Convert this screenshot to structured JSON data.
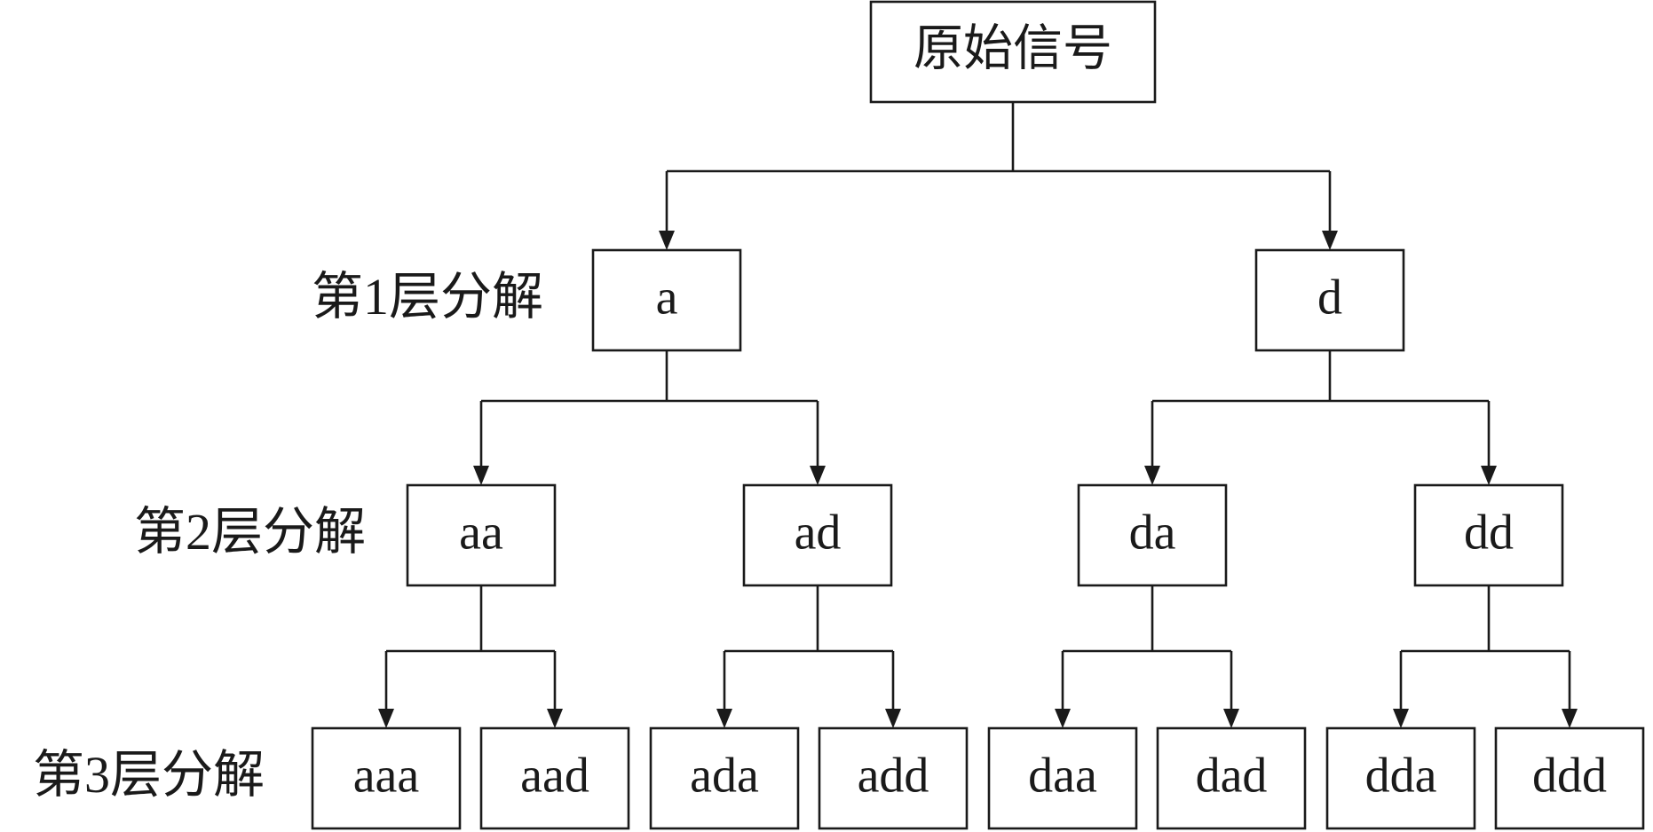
{
  "root": {
    "label": "原始信号"
  },
  "levels": [
    {
      "label": "第1层分解"
    },
    {
      "label": "第2层分解"
    },
    {
      "label": "第3层分解"
    }
  ],
  "level1": [
    {
      "label": "a"
    },
    {
      "label": "d"
    }
  ],
  "level2": [
    {
      "label": "aa"
    },
    {
      "label": "ad"
    },
    {
      "label": "da"
    },
    {
      "label": "dd"
    }
  ],
  "level3": [
    {
      "label": "aaa"
    },
    {
      "label": "aad"
    },
    {
      "label": "ada"
    },
    {
      "label": "add"
    },
    {
      "label": "daa"
    },
    {
      "label": "dad"
    },
    {
      "label": "dda"
    },
    {
      "label": "ddd"
    }
  ]
}
